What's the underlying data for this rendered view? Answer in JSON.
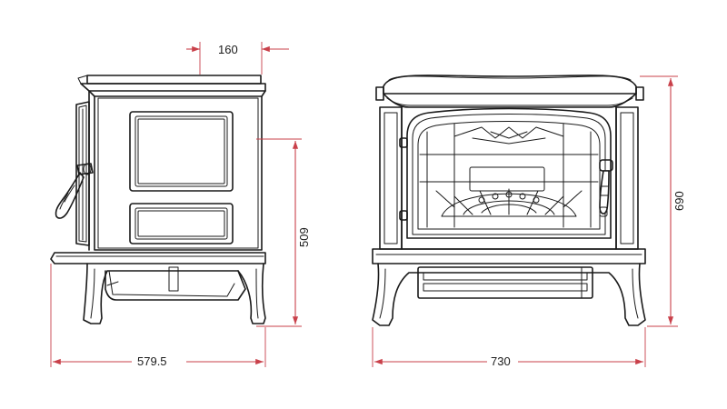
{
  "colors": {
    "outline": "#1a1a1a",
    "dimension_line": "#c9404a",
    "background": "#ffffff"
  },
  "dimensions": {
    "rear_offset": "160",
    "side_height_to_flue": "509",
    "side_depth": "579.5",
    "front_width": "730",
    "front_height": "690"
  }
}
